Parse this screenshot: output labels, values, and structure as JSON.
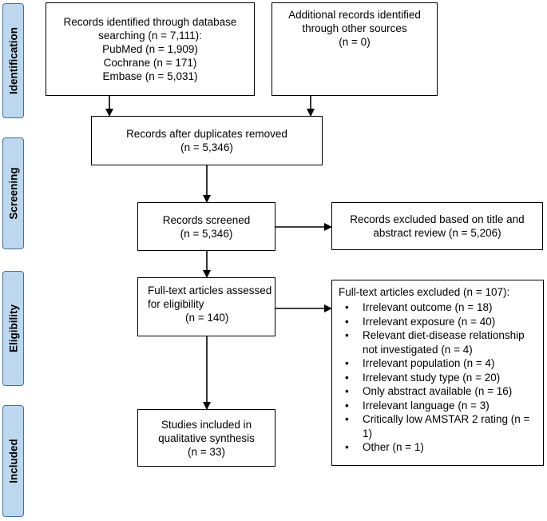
{
  "stages": {
    "identification": "Identification",
    "screening": "Screening",
    "eligibility": "Eligibility",
    "included": "Included"
  },
  "boxes": {
    "database_records": {
      "lines": [
        "Records identified through database",
        "searching (n = 7,111):",
        "PubMed (n = 1,909)",
        "Cochrane (n = 171)",
        "Embase (n = 5,031)"
      ]
    },
    "other_sources": {
      "lines": [
        "Additional records identified",
        "through other sources",
        "(n = 0)"
      ]
    },
    "after_duplicates": {
      "lines": [
        "Records after duplicates removed",
        "(n = 5,346)"
      ]
    },
    "screened": {
      "lines": [
        "Records screened",
        "(n = 5,346)"
      ]
    },
    "excluded_title": {
      "lines": [
        "Records excluded based on title and",
        "abstract review (n = 5,206)"
      ]
    },
    "fulltext_assessed": {
      "lines": [
        "Full-text articles assessed",
        "for eligibility",
        "(n = 140)"
      ]
    },
    "fulltext_excluded": {
      "heading": "Full-text articles excluded (n = 107):",
      "items": [
        "Irrelevant outcome (n = 18)",
        "Irrelevant exposure (n = 40)",
        "Relevant diet-disease relationship not investigated (n = 4)",
        "Irrelevant population (n = 4)",
        "Irrelevant study type (n = 20)",
        "Only abstract available (n = 16)",
        "Irrelevant language (n = 3)",
        "Critically low AMSTAR 2 rating (n = 1)",
        "Other (n = 1)"
      ]
    },
    "included_studies": {
      "lines": [
        "Studies included in",
        "qualitative synthesis",
        "(n = 33)"
      ]
    }
  }
}
